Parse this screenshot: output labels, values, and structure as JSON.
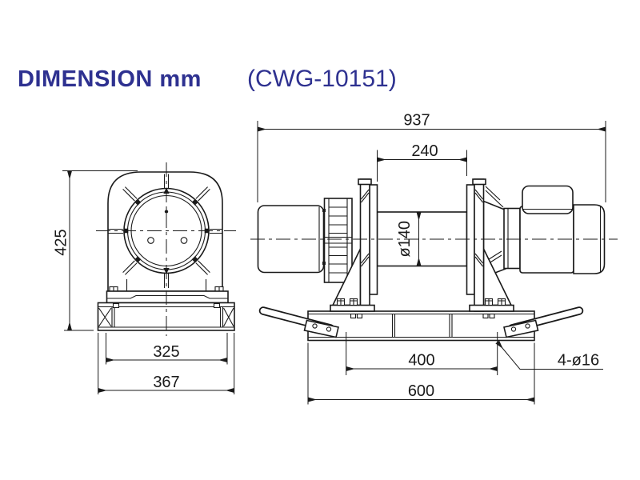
{
  "title": {
    "label": "DIMENSION mm",
    "model": "(CWG-10151)"
  },
  "colors": {
    "title": "#2e3190",
    "line": "#1a1a1a",
    "background": "#ffffff"
  },
  "front_view": {
    "name": "winch front view",
    "dims": {
      "height": "425",
      "foot_spacing": "325",
      "base_width": "367"
    }
  },
  "side_view": {
    "name": "winch side view",
    "dims": {
      "overall_length": "937",
      "drum_length": "240",
      "drum_diameter": "ø140",
      "bolt_spacing": "400",
      "base_length": "600",
      "mounting_holes": "4-ø16"
    }
  }
}
